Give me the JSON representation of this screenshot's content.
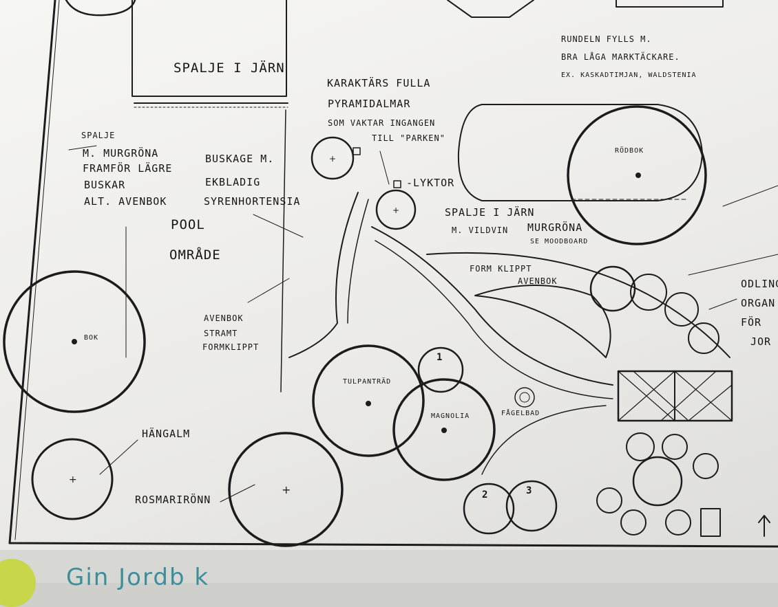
{
  "plan": {
    "labels": {
      "trellis_top": "SPALJE I JÄRN",
      "trellis_left": [
        "SPALJE",
        "M. MURGRÖNA",
        "FRAMFÖR LÄGRE",
        "BUSKAR",
        "ALT. AVENBOK"
      ],
      "pool": [
        "POOL",
        "OMRÅDE"
      ],
      "shrubs": [
        "BUSKAGE M.",
        "EKBLADIG",
        "SYRENHORTENSIA"
      ],
      "pyramid_elms": [
        "KARAKTÄRS FULLA",
        "PYRAMIDALMAR",
        "SOM VAKTAR INGANGEN",
        "TILL \"PARKEN\""
      ],
      "lantern": "-LYKTOR",
      "roundel": [
        "RUNDELN FYLLS M.",
        "BRA LÅGA MARKTÄCKARE.",
        "EX. KASKADTIMJAN, WALDSTENIA"
      ],
      "red_beech": "RÖDBOK",
      "trellis_vine": [
        "SPALJE I JÄRN",
        "M. VILDVIN",
        "MURGRÖNA",
        "SE MOODBOARD"
      ],
      "hedge_clipped": [
        "FORM KLIPPT",
        "AVENBOK"
      ],
      "hornbeam_strict": [
        "AVENBOK",
        "STRAMT",
        "FORMKLIPPT"
      ],
      "beech": "BOK",
      "tulip_tree": "TULPANTRÄD",
      "magnolia": "MAGNOLIA",
      "birdbath": "FÅGELBAD",
      "weeping_elm": "HÄNGALM",
      "rowan": "ROSMARIRÖNN",
      "cultivation": [
        "ODLING",
        "ORGAN",
        "FÖR",
        "JOR"
      ],
      "numbers": [
        "1",
        "2",
        "3"
      ]
    },
    "footer": {
      "heading": "Gin Jordb k"
    }
  }
}
